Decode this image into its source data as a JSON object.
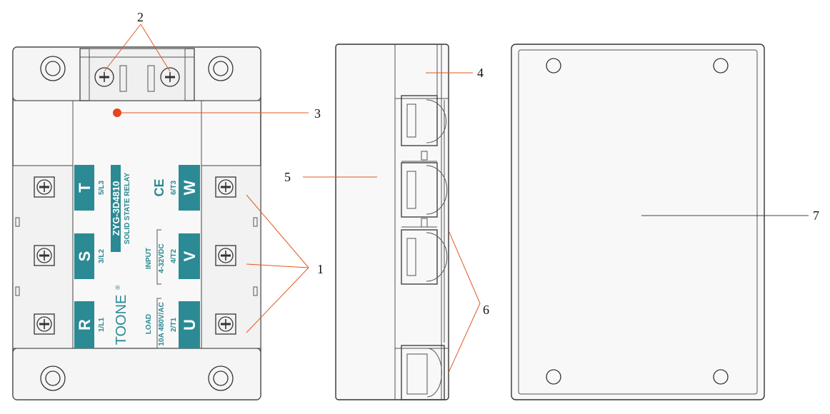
{
  "callouts": [
    "1",
    "2",
    "3",
    "4",
    "5",
    "6",
    "7"
  ],
  "front": {
    "left_terminals": [
      {
        "letter": "T",
        "sub": "5/L3"
      },
      {
        "letter": "S",
        "sub": "3/L2"
      },
      {
        "letter": "R",
        "sub": "1/L1"
      }
    ],
    "right_terminals": [
      {
        "letter": "W",
        "sub": "6/T3"
      },
      {
        "letter": "V",
        "sub": "4/T2"
      },
      {
        "letter": "U",
        "sub": "2/T1"
      }
    ],
    "model": "ZYG-3D4810",
    "product": "SOLID STATE RELAY",
    "ce_mark": "CE",
    "input_label": "INPUT",
    "input_value": "4-32VDC",
    "load_label": "LOAD",
    "load_value": "10A 480V/AC",
    "brand": "TOONE",
    "registered": "®"
  },
  "colors": {
    "accent": "#2b8a93",
    "indicator": "#e8431f",
    "leader": "#e25822",
    "body": "#f7f7f7",
    "outline": "#333333"
  }
}
